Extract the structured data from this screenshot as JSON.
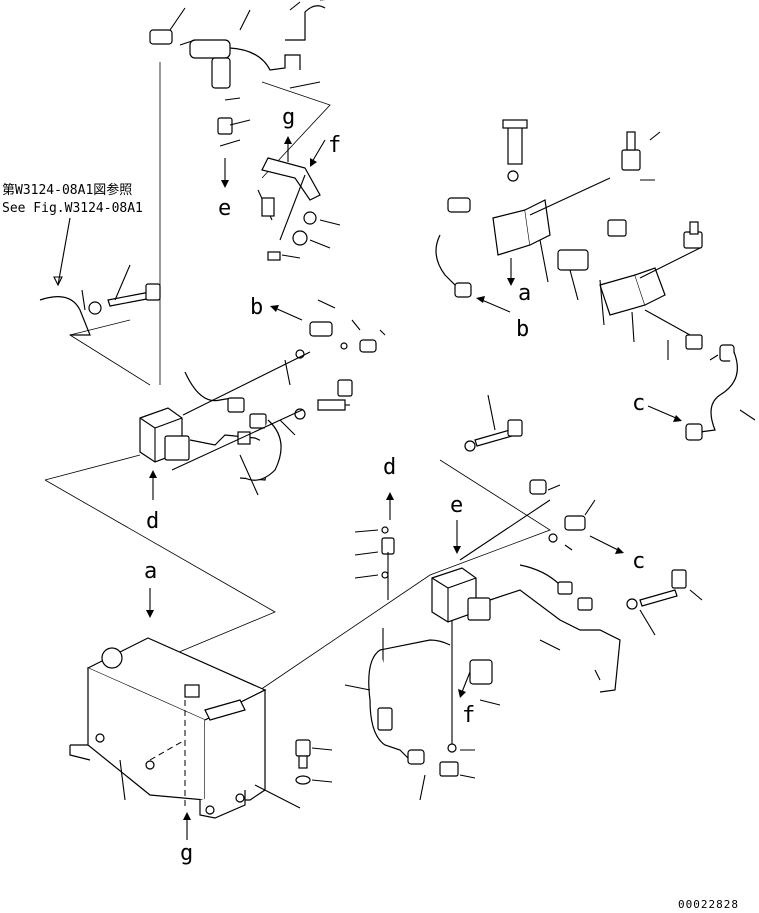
{
  "reference_note": {
    "line1": "第W3124-08A1図参照",
    "line2": "See Fig.W3124-08A1"
  },
  "labels": {
    "a": "a",
    "b": "b",
    "c": "c",
    "d": "d",
    "e": "e",
    "f": "f",
    "g": "g"
  },
  "drawing_code": "00022828"
}
